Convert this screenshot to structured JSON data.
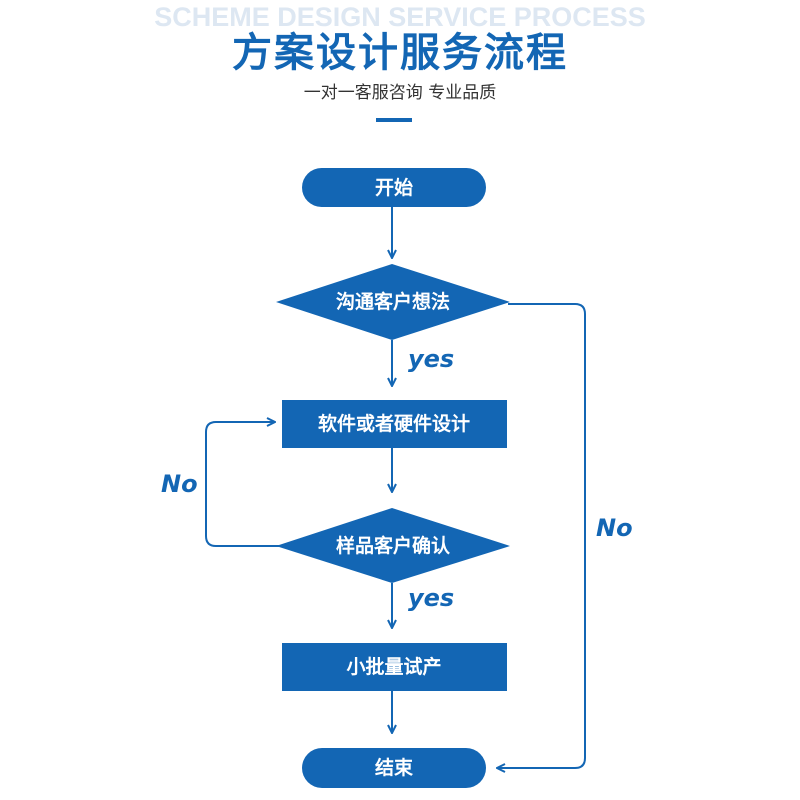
{
  "header": {
    "background_title": "SCHEME DESIGN SERVICE PROCESS",
    "title": "方案设计服务流程",
    "subtitle": "一对一客服咨询 专业品质"
  },
  "colors": {
    "primary": "#1366b4",
    "background_title": "#dde7f2",
    "text": "#333333"
  },
  "flow": {
    "start": "开始",
    "communicate": "沟通客户想法",
    "design": "软件或者硬件设计",
    "confirm": "样品客户确认",
    "trial": "小批量试产",
    "end": "结束",
    "yes_label_1": "yes",
    "yes_label_2": "yes",
    "no_label_left": "No",
    "no_label_right": "No"
  }
}
